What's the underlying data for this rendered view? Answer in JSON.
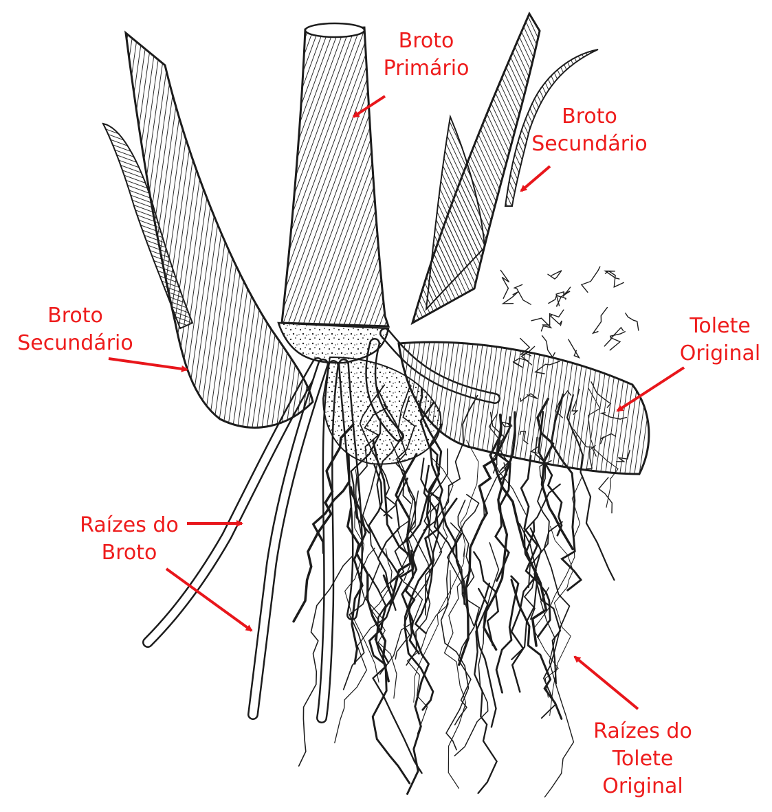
{
  "colors": {
    "label": "#ee1c1c",
    "arrow": "#e8161b",
    "ink": "#1c1c1c",
    "paper": "#ffffff"
  },
  "labels": {
    "broto_primario": {
      "lines": [
        "Broto",
        "Primário"
      ]
    },
    "broto_secundario_right": {
      "lines": [
        "Broto",
        "Secundário"
      ]
    },
    "broto_secundario_left": {
      "lines": [
        "Broto",
        "Secundário"
      ]
    },
    "tolete_original": {
      "lines": [
        "Tolete",
        "Original"
      ]
    },
    "raizes_do_broto": {
      "lines": [
        "Raízes do",
        "Broto"
      ]
    },
    "raizes_do_tolete": {
      "lines": [
        "Raízes do",
        "Tolete",
        "Original"
      ]
    }
  }
}
